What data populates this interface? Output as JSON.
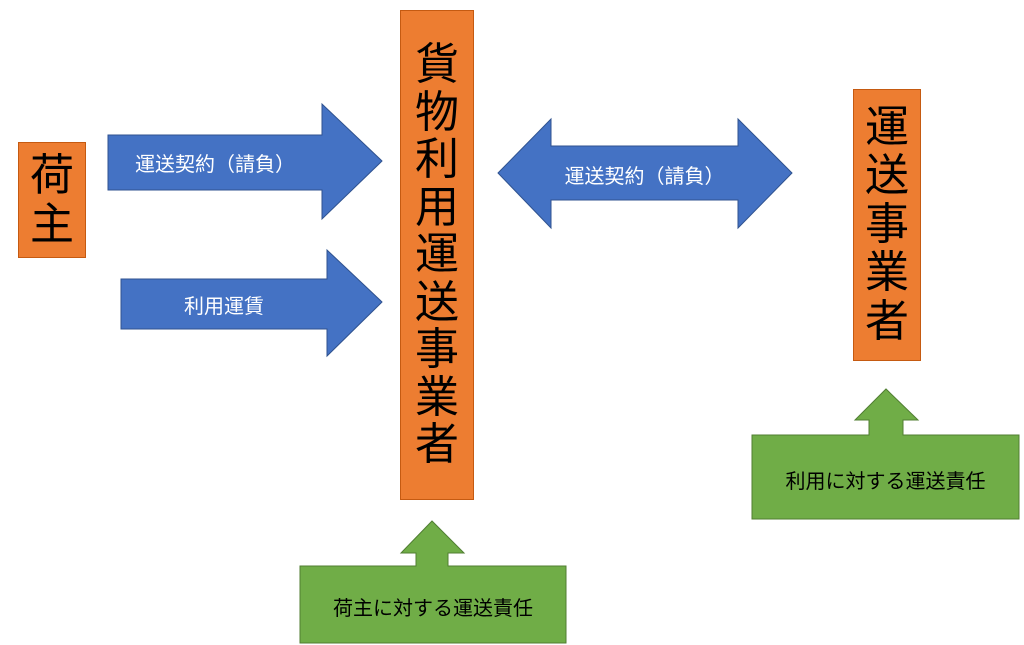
{
  "nodes": {
    "shipper": "荷主",
    "forwarder": "貨物利用運送事業者",
    "carrier": "運送事業者"
  },
  "arrows": {
    "shipper_to_forwarder_contract": "運送契約（請負）",
    "shipper_to_forwarder_fare": "利用運賃",
    "forwarder_carrier_contract": "運送契約（請負）"
  },
  "responsibilities": {
    "forwarder": "荷主に対する運送責任",
    "carrier": "利用に対する運送責任"
  },
  "colors": {
    "node_fill": "#ed7d31",
    "arrow_fill": "#4472c4",
    "responsibility_fill": "#70ad47"
  }
}
